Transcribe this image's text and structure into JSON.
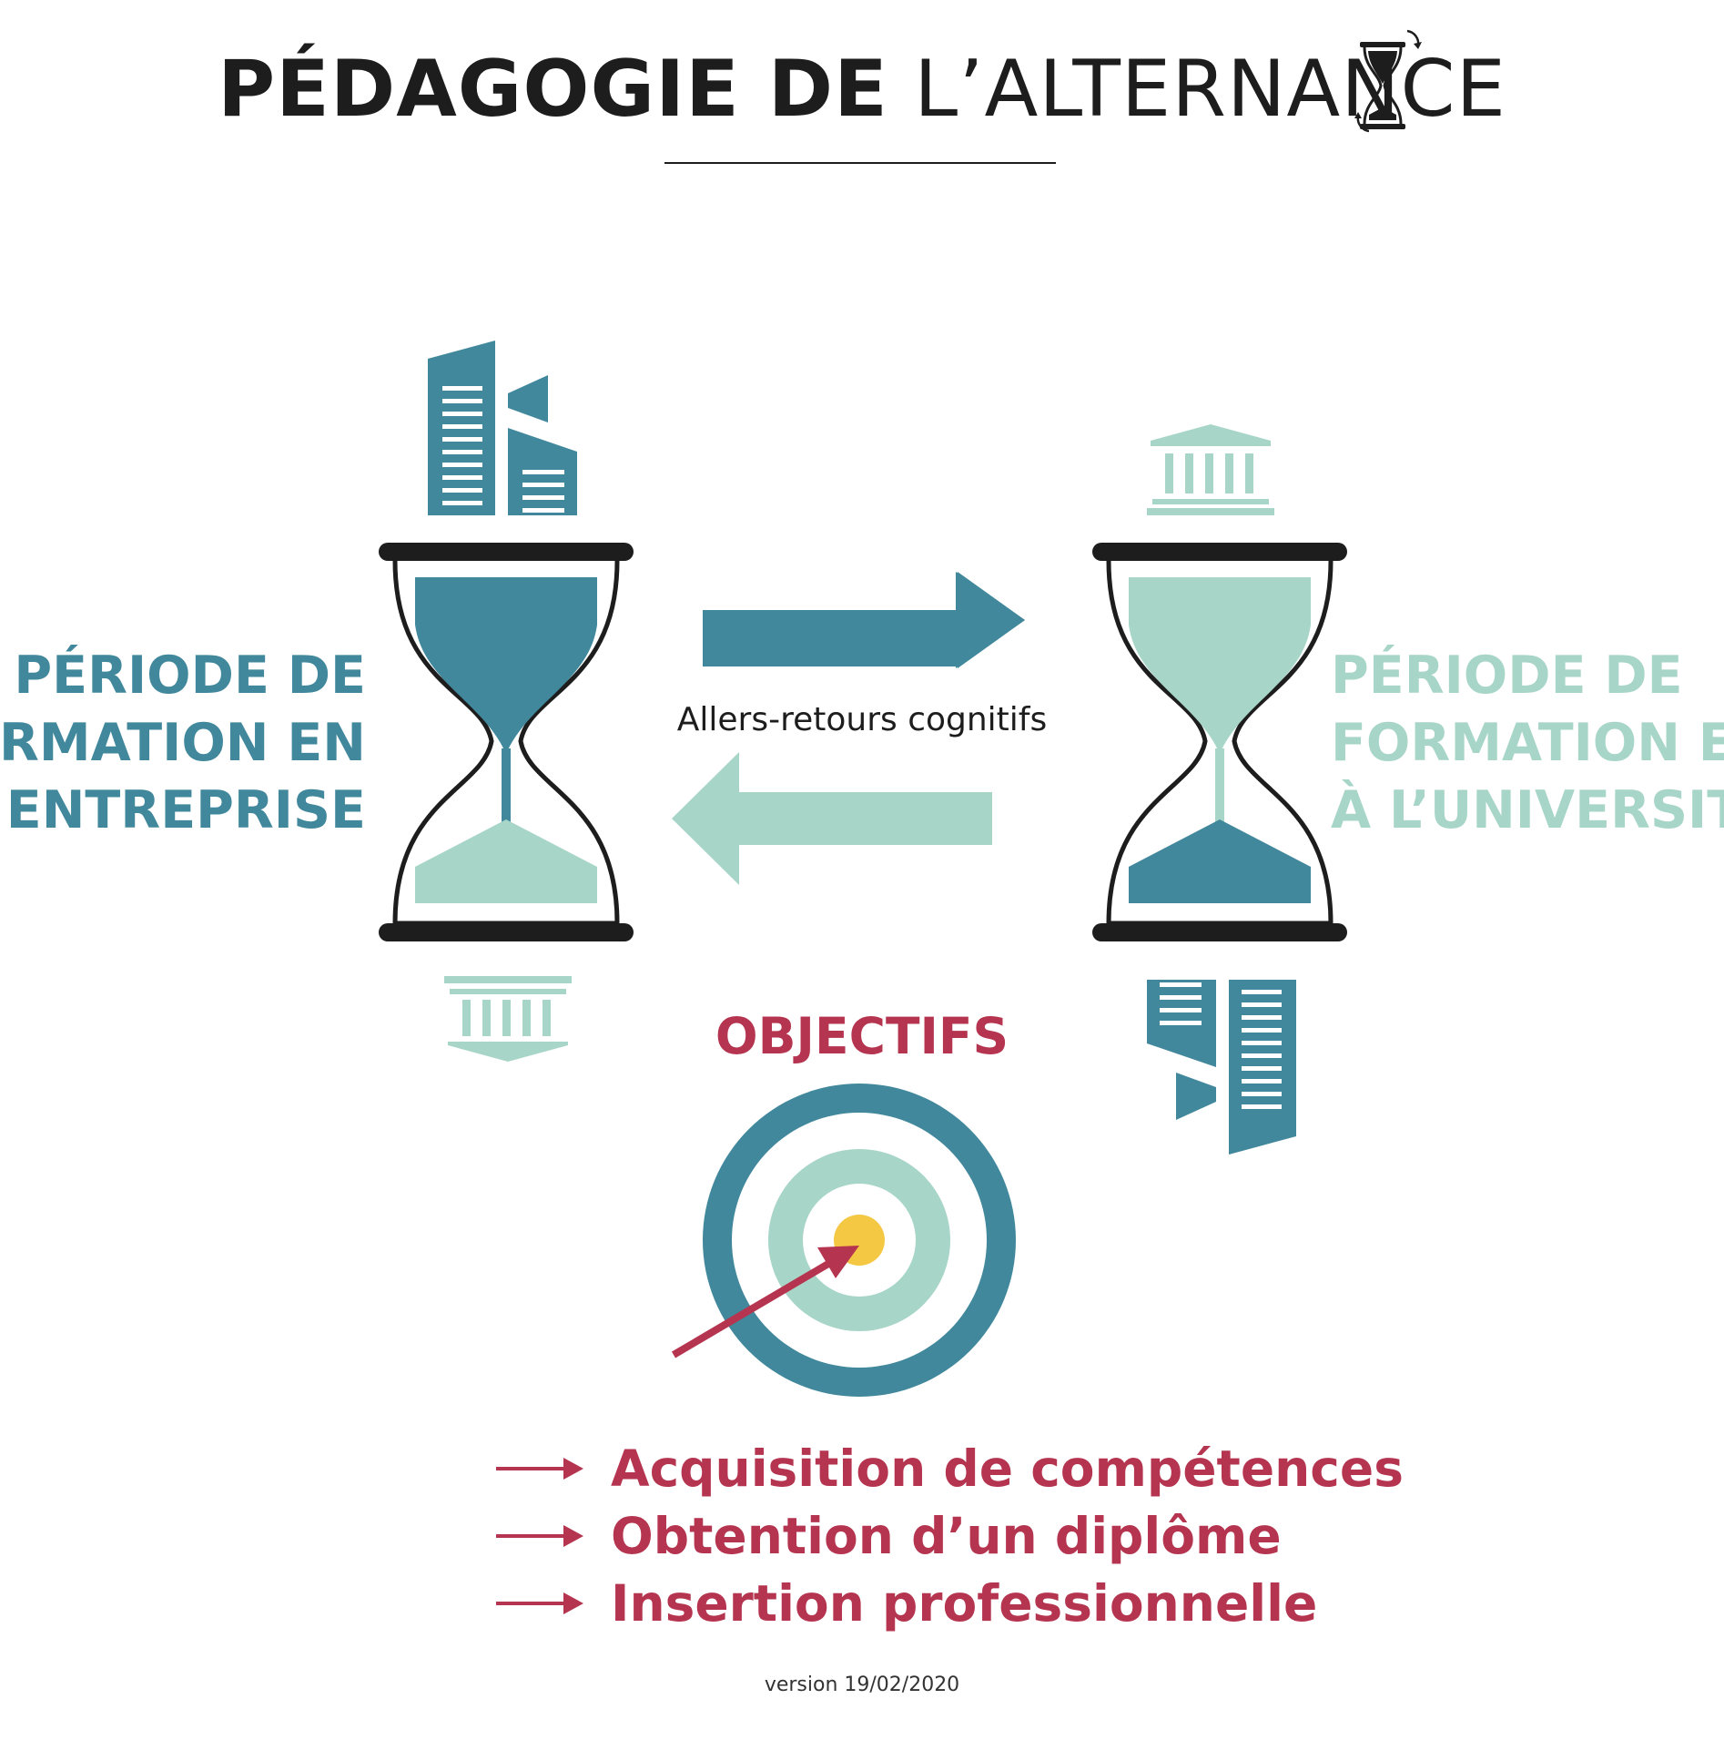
{
  "title": {
    "bold": "PÉDAGOGIE DE",
    "light": "L’ALTERNANCE"
  },
  "left_period": {
    "lines": [
      "PÉRIODE DE",
      "FORMATION EN",
      "ENTREPRISE"
    ]
  },
  "right_period": {
    "lines": [
      "PÉRIODE DE",
      "FORMATION EN",
      "À L’UNIVERSITÉ"
    ]
  },
  "exchange_caption": "Allers-retours cognitifs",
  "objectives": {
    "title": "OBJECTIFS",
    "items": [
      "Acquisition de compétences",
      "Obtention d’un diplôme",
      "Insertion professionnelle"
    ]
  },
  "version": "version 19/02/2020",
  "colors": {
    "teal_dark": "#41889c",
    "teal_light": "#a7d5c7",
    "crimson": "#b5344f",
    "yellow": "#f4c842",
    "black": "#1d1d1d"
  },
  "icons": [
    "hourglass-icon",
    "office-buildings-icon",
    "university-building-icon",
    "target-icon",
    "arrow-right-icon",
    "arrow-left-icon"
  ]
}
